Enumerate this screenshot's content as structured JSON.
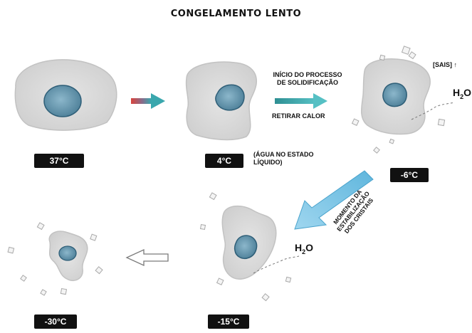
{
  "title": "CONGELAMENTO LENTO",
  "temperatures": {
    "t1": "37°C",
    "t2": "4°C",
    "t3": "-6°C",
    "t4": "-15°C",
    "t5": "-30°C"
  },
  "notes": {
    "water_state_line1": "(ÁGUA NO ESTADO",
    "water_state_line2": "LÍQUIDO)",
    "solidification_line1": "INÍCIO DO PROCESSO",
    "solidification_line2": "DE SOLIDIFICAÇÃO",
    "remove_heat": "RETIRAR CALOR",
    "salts": "[SAIS] ↑",
    "water_symbol": "H",
    "water_sub": "2",
    "water_o": "O",
    "stabilization_line1": "MOMENTO DA",
    "stabilization_line2": "ESTABILIZAÇÃO",
    "stabilization_line3": "DOS CRISTAIS"
  },
  "colors": {
    "cell_fill": "#d9d9d9",
    "cell_edge": "#c4c4c4",
    "nucleus_fill": "#6b9bb3",
    "nucleus_edge": "#2f5f78",
    "arrow_red": "#d9443c",
    "arrow_teal": "#3aa7ad",
    "arrow_blue": "#67b8d9",
    "crystal": "#bdbdbd"
  }
}
